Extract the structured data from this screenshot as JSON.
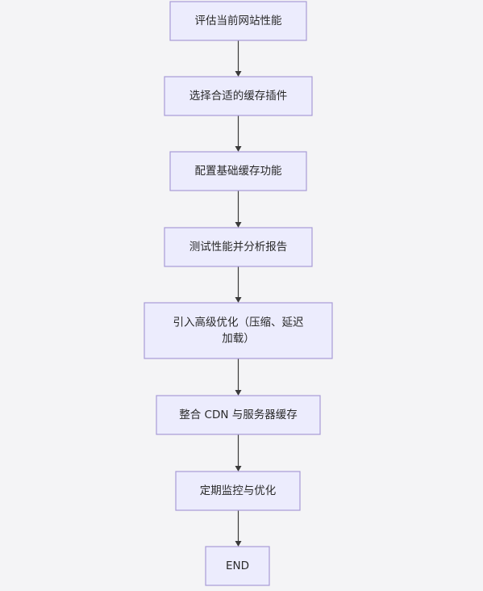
{
  "flowchart": {
    "steps": [
      {
        "lines": [
          "评估当前网站性能"
        ]
      },
      {
        "lines": [
          "选择合适的缓存插件"
        ]
      },
      {
        "lines": [
          "配置基础缓存功能"
        ]
      },
      {
        "lines": [
          "测试性能并分析报告"
        ]
      },
      {
        "lines": [
          "引入高级优化（压缩、延迟",
          "加载）"
        ]
      },
      {
        "lines": [
          "整合 CDN 与服务器缓存"
        ]
      },
      {
        "lines": [
          "定期监控与优化"
        ]
      },
      {
        "lines": [
          "END"
        ]
      }
    ]
  },
  "colors": {
    "background": "#f4f4f6",
    "node_fill": "#ececfd",
    "node_border": "#a89bd6",
    "edge": "#3a3a3a",
    "text": "#2a2a2a"
  }
}
